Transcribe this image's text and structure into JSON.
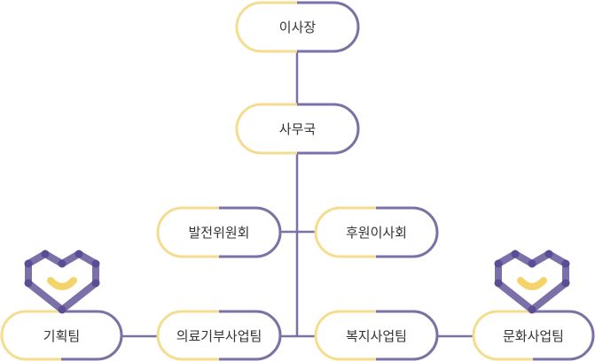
{
  "colors": {
    "purple": "#7b70a8",
    "yellow": "#f4dd8f",
    "heart_yellow": "#f3d36a",
    "dot": "#5a4d96",
    "text": "#333333"
  },
  "nodes": {
    "chairman": "이사장",
    "secretariat": "사무국",
    "development_committee": "발전위원회",
    "support_board": "후원이사회",
    "planning_team": "기획팀",
    "medical_donation_team": "의료기부사업팀",
    "welfare_team": "복지사업팀",
    "culture_team": "문화사업팀"
  },
  "icons": [
    "hexagon-heart-icon",
    "hexagon-heart-icon"
  ]
}
